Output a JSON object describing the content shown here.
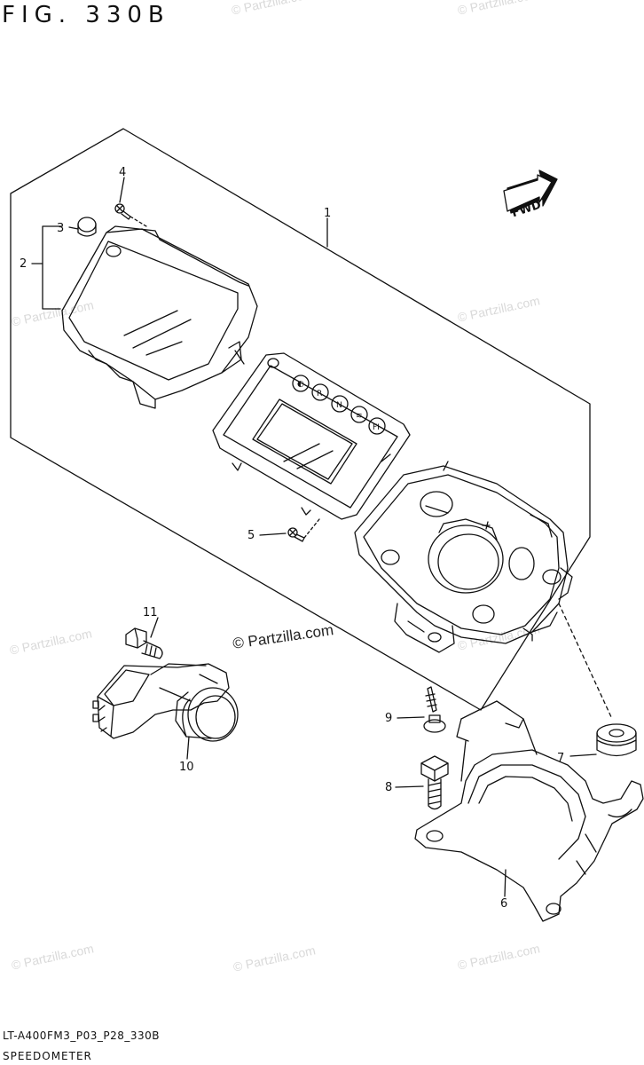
{
  "figure": {
    "title": "FIG. 330B",
    "subtitle": "FIG. 330B",
    "code": "LT-A400FM3_P03_P28_330B",
    "caption": "SPEEDOMETER"
  },
  "direction_label": "FWD",
  "watermark": {
    "text": "© Partzilla.com",
    "center_text": "© Partzilla.com"
  },
  "callouts": [
    "1",
    "2",
    "3",
    "4",
    "5",
    "6",
    "7",
    "8",
    "9",
    "10",
    "11"
  ]
}
